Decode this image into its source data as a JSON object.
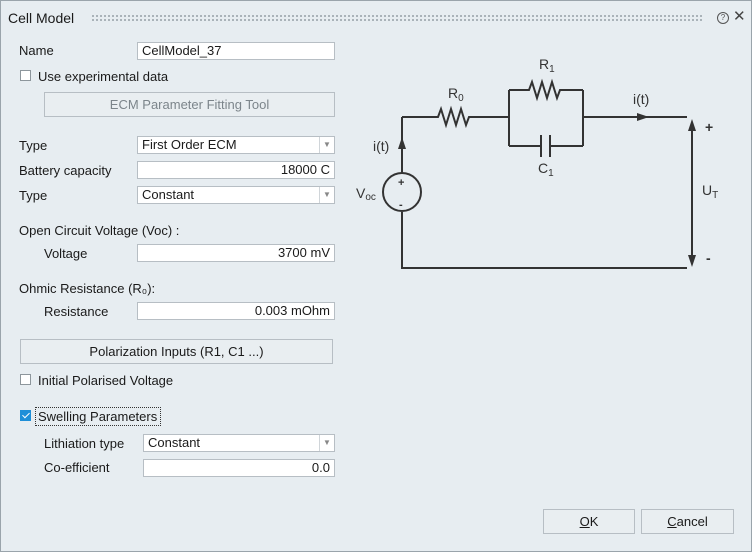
{
  "window": {
    "title": "Cell Model",
    "help_icon": "help-circle-icon",
    "close_icon": "close-icon"
  },
  "form": {
    "name_label": "Name",
    "name_value": "CellModel_37",
    "use_experimental_label": "Use experimental data",
    "use_experimental_checked": false,
    "ecm_tool_button": "ECM Parameter Fitting Tool",
    "type_label": "Type",
    "type_value": "First Order ECM",
    "capacity_label": "Battery capacity",
    "capacity_value": "18000 C",
    "type2_label": "Type",
    "type2_value": "Constant",
    "ocv_section": "Open Circuit Voltage (Voc) :",
    "voltage_label": "Voltage",
    "voltage_value": "3700 mV",
    "ohmic_section": "Ohmic Resistance (R₀):",
    "resistance_label": "Resistance",
    "resistance_value": "0.003 mOhm",
    "polarization_button": "Polarization Inputs (R1, C1 ...)",
    "initial_polarised_label": "Initial Polarised Voltage",
    "initial_polarised_checked": false,
    "swelling_label": "Swelling Parameters",
    "swelling_checked": true,
    "lithiation_label": "Lithiation type",
    "lithiation_value": "Constant",
    "coefficient_label": "Co-efficient",
    "coefficient_value": "0.0"
  },
  "diagram": {
    "r0": "R",
    "r0_sub": "0",
    "r1": "R",
    "r1_sub": "1",
    "c1": "C",
    "c1_sub": "1",
    "current_left": "i(t)",
    "current_right": "i(t)",
    "voc": "V",
    "voc_sub": "oc",
    "ut": "U",
    "ut_sub": "T",
    "plus": "+",
    "minus": "-",
    "src_plus": "+",
    "src_minus": "-"
  },
  "footer": {
    "ok_mnemonic": "O",
    "ok_rest": "K",
    "cancel_mnemonic": "C",
    "cancel_rest": "ancel"
  }
}
